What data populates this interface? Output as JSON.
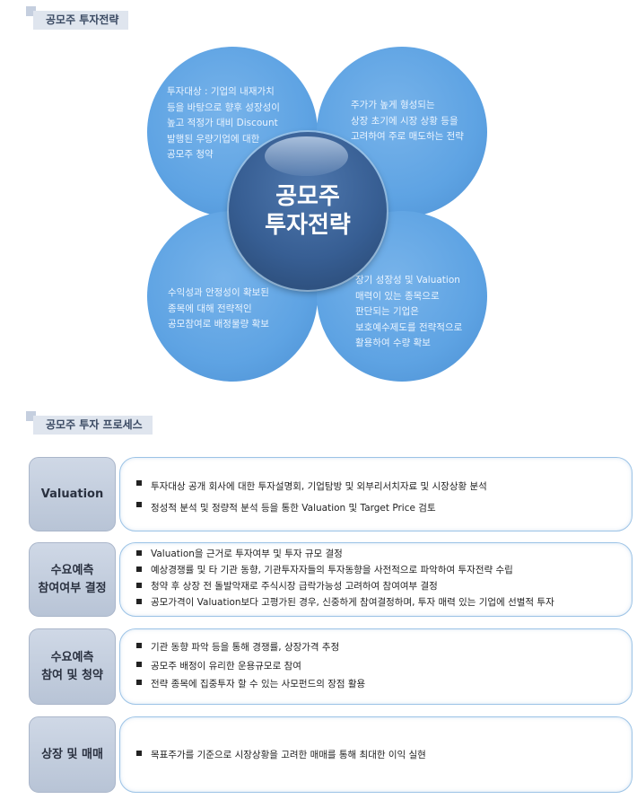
{
  "section1": {
    "title": "공모주 투자전략"
  },
  "diagram": {
    "center": {
      "line1": "공모주",
      "line2": "투자전략"
    },
    "petals": {
      "top_left": [
        "투자대상 : 기업의 내재가치",
        "등을 바탕으로 향후 성장성이",
        "높고 적정가 대비 Discount",
        "발행된 우량기업에 대한",
        "공모주 청약"
      ],
      "top_right": [
        "주가가 높게 형성되는",
        "상장 초기에 시장 상황 등을",
        "고려하여 주로 매도하는 전략"
      ],
      "bottom_left": [
        "수익성과 안정성이 확보된",
        "종목에 대해 전략적인",
        "공모참여로 배정물량 확보"
      ],
      "bottom_right": [
        "장기 성장성 및 Valuation",
        "매력이 있는 종목으로",
        "판단되는 기업은",
        "보호예수제도를  전략적으로",
        "활용하여 수량 확보"
      ]
    },
    "colors": {
      "petal": "#5ea3e3",
      "center": "#375e93"
    }
  },
  "section2": {
    "title": "공모주 투자 프로세스"
  },
  "process": [
    {
      "label": [
        "Valuation"
      ],
      "items": [
        "투자대상 공개 회사에 대한 투자설명회, 기업탐방 및 외부리서치자료 및 시장상황 분석",
        "정성적 분석 및 정량적 분석 등을 통한 Valuation 및 Target Price 검토"
      ]
    },
    {
      "label": [
        "수요예측",
        "참여여부 결정"
      ],
      "items": [
        "Valuation을 근거로 투자여부 및 투자 규모 결정",
        "예상경쟁률 및 타 기관 동향, 기관투자자들의 투자동향을 사전적으로 파악하여 투자전략 수립",
        "청약 후 상장 전 돌발악재로 주식시장 급락가능성 고려하여 참여여부 결정",
        "공모가격이 Valuation보다 고평가된 경우, 신중하게 참여결정하며, 투자 매력 있는 기업에 선별적 투자"
      ]
    },
    {
      "label": [
        "수요예측",
        "참여 및 청약"
      ],
      "items": [
        "기관 동향 파악 등을 통해 경쟁률, 상장가격 추정",
        "공모주 배정이 유리한 운용규모로 참여",
        "전략 종목에 집중투자 할 수 있는 사모펀드의 장점 활용"
      ]
    },
    {
      "label": [
        "상장 및 매매"
      ],
      "items": [
        "목표주가를 기준으로 시장상황을 고려한 매매를 통해 최대한 이익 실현"
      ]
    }
  ]
}
